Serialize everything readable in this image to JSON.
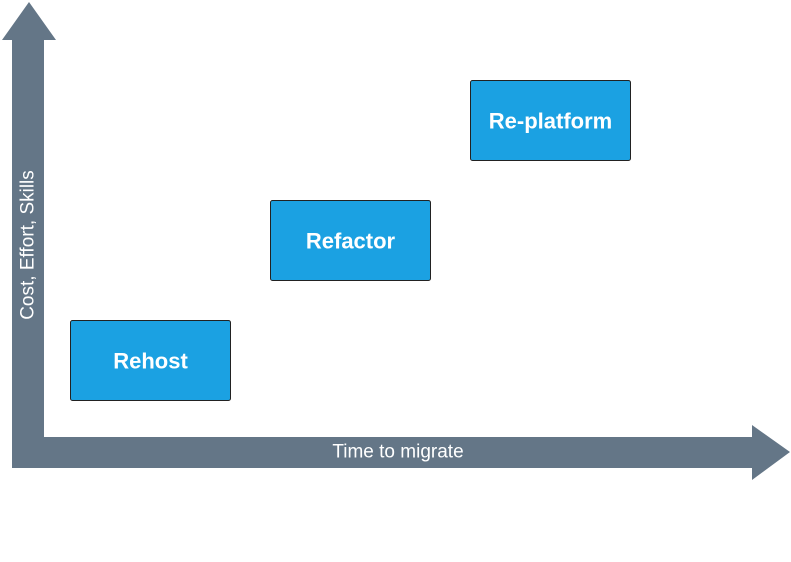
{
  "axes": {
    "x_label": "Time to migrate",
    "y_label": "Cost, Effort, Skills"
  },
  "strategies": [
    {
      "label": "Rehost"
    },
    {
      "label": "Refactor"
    },
    {
      "label": "Re-platform"
    }
  ],
  "colors": {
    "axis": "#647687",
    "box_fill": "#1ba1e2",
    "box_border": "#222222",
    "text": "#ffffff"
  }
}
